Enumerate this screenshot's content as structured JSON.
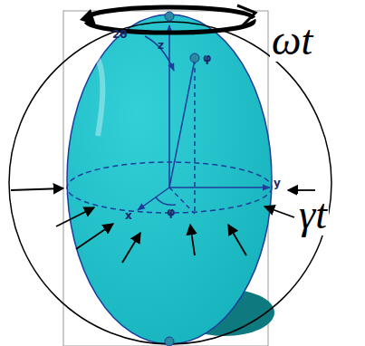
{
  "diagram": {
    "labels": [
      "z",
      "2θ",
      "φ",
      "y",
      "x",
      "φ",
      "ωt",
      "γt"
    ]
  }
}
